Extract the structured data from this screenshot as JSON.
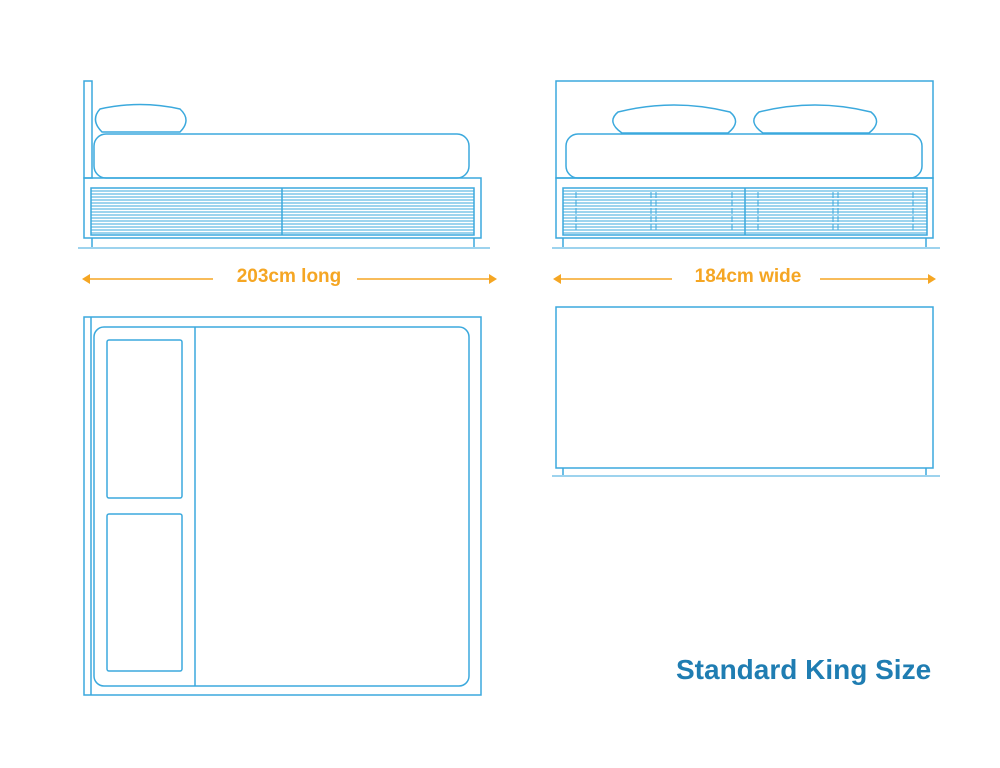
{
  "dimensions": {
    "length_label": "203cm long",
    "width_label": "184cm wide"
  },
  "title": "Standard King Size",
  "colors": {
    "line": "#3ba9dd",
    "dimension": "#f5a623",
    "title": "#1f7db2"
  }
}
